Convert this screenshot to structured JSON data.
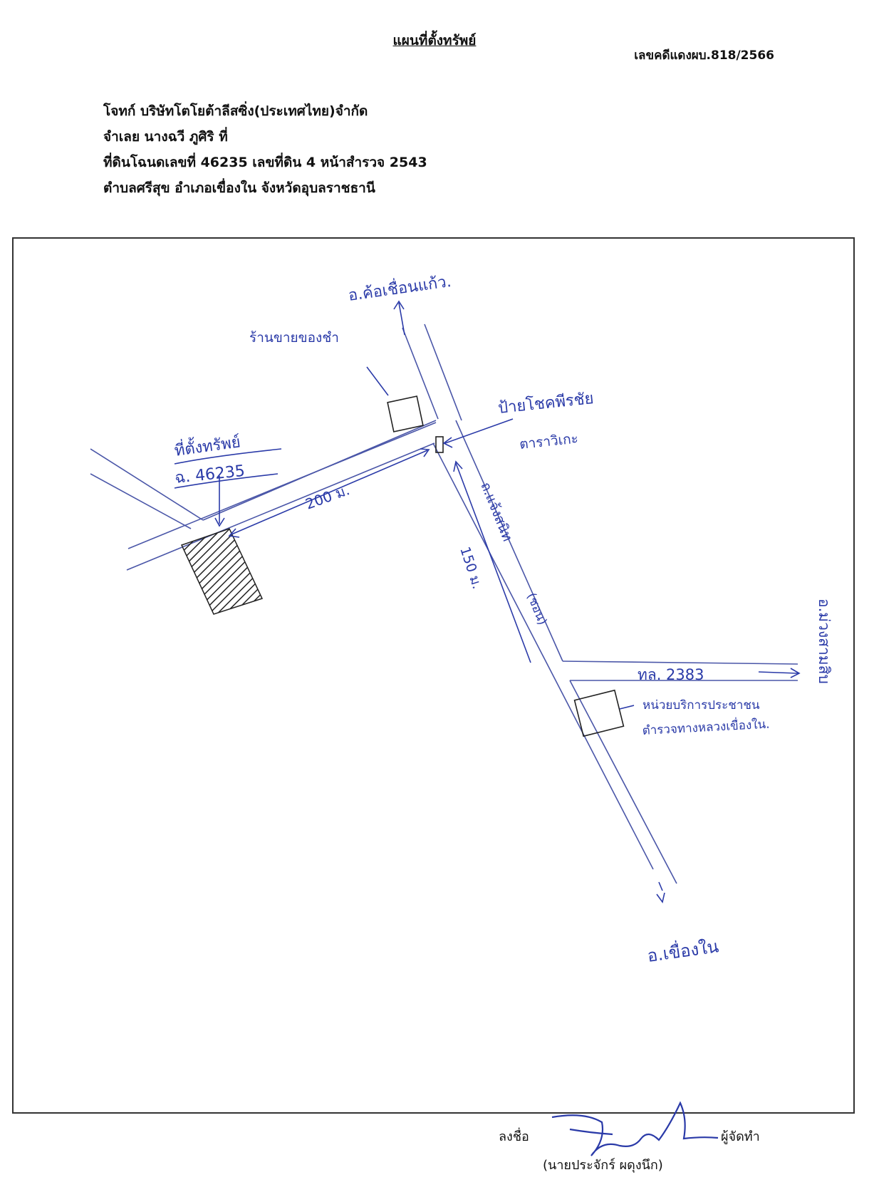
{
  "document": {
    "title": "แผนที่ตั้งทรัพย์",
    "case_number": "เลขคดีแดงผบ.818/2566"
  },
  "info_lines": [
    "โจทก์ บริษัทโตโยต้าลีสซิ่ง(ประเทศไทย)จำกัด",
    "จำเลย นางฉวี ภูศิริ ที่",
    "ที่ดินโฉนดเลขที่ 46235 เลขที่ดิน 4  หน้าสำรวจ 2543",
    "ตำบลศรีสุข  อำเภอเขื่องใน  จังหวัดอุบลราชธานี"
  ],
  "map": {
    "north_destination": "อ.ค้อเชื่อนแก้ว.",
    "shop_label": "ร้านขายของชำ",
    "signpost_label": "ป้ายโชคพีรชัย",
    "signpost_sub": "ตาราวิเกะ",
    "property_label": "ที่ตั้งทรัพย์",
    "deed_label": "ฉ. 46235",
    "distance_200": "200 ม.",
    "distance_150": "150 ม.",
    "road_name": "ถ.แจ้งสนิท",
    "road_code": "(ชอน)",
    "highway_label": "ทล. 2383",
    "east_destination": "อ.ม่วงสามสิบ",
    "service_unit_line1": "หน่วยบริการประชาชน",
    "service_unit_line2": "ตำรวจทางหลวงเขื่องใน.",
    "south_destination": "อ.เขื่องใน",
    "ink_color": "#2a3aa8"
  },
  "signature": {
    "label": "ลงชื่อ",
    "role": "ผู้จัดทำ",
    "name": "(นายประจักร์ ผดุงนึก)"
  }
}
